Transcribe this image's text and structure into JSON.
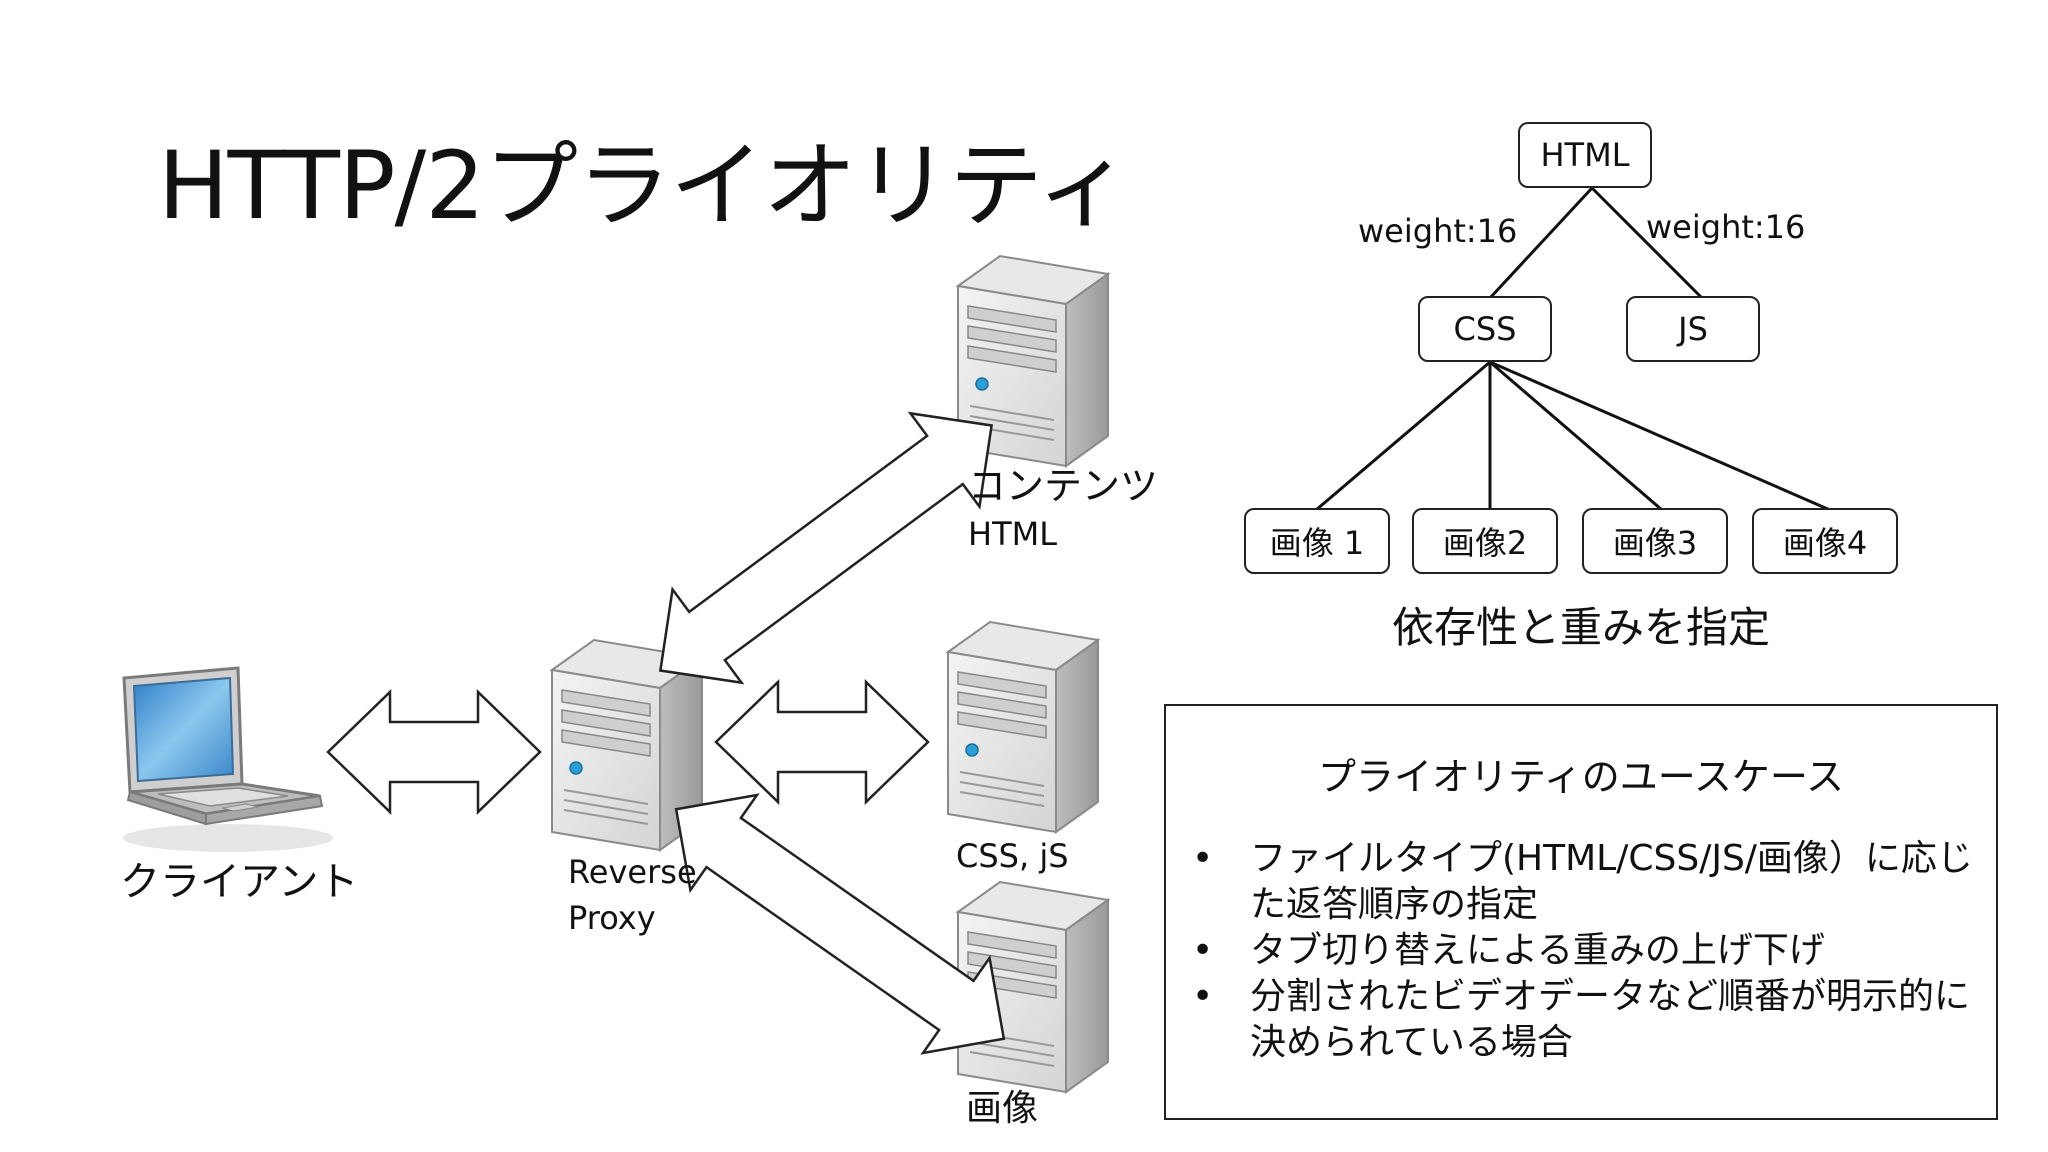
{
  "slide": {
    "title": "HTTP/2プライオリティ"
  },
  "network": {
    "client_label": "クライアント",
    "proxy_label_line1": "Reverse",
    "proxy_label_line2": "Proxy",
    "server_html_line1": "コンテンツ",
    "server_html_line2": "HTML",
    "server_css_label": "CSS, jS",
    "server_image_label": "画像"
  },
  "tree": {
    "root": "HTML",
    "weight_left": "weight:16",
    "weight_right": "weight:16",
    "child_css": "CSS",
    "child_js": "JS",
    "leaves": [
      "画像 1",
      "画像2",
      "画像3",
      "画像4"
    ],
    "caption": "依存性と重みを指定"
  },
  "usecases": {
    "title": "プライオリティのユースケース",
    "items": [
      "ファイルタイプ(HTML/CSS/JS/画像）に応じた返答順序の指定",
      "タブ切り替えによる重みの上げ下げ",
      "分割されたビデオデータなど順番が明示的に決められている場合"
    ]
  },
  "colors": {
    "server_body": "#d9d9d9",
    "server_light": "#efefef",
    "screen_blue": "#5fa8dc",
    "stroke": "#222222"
  }
}
